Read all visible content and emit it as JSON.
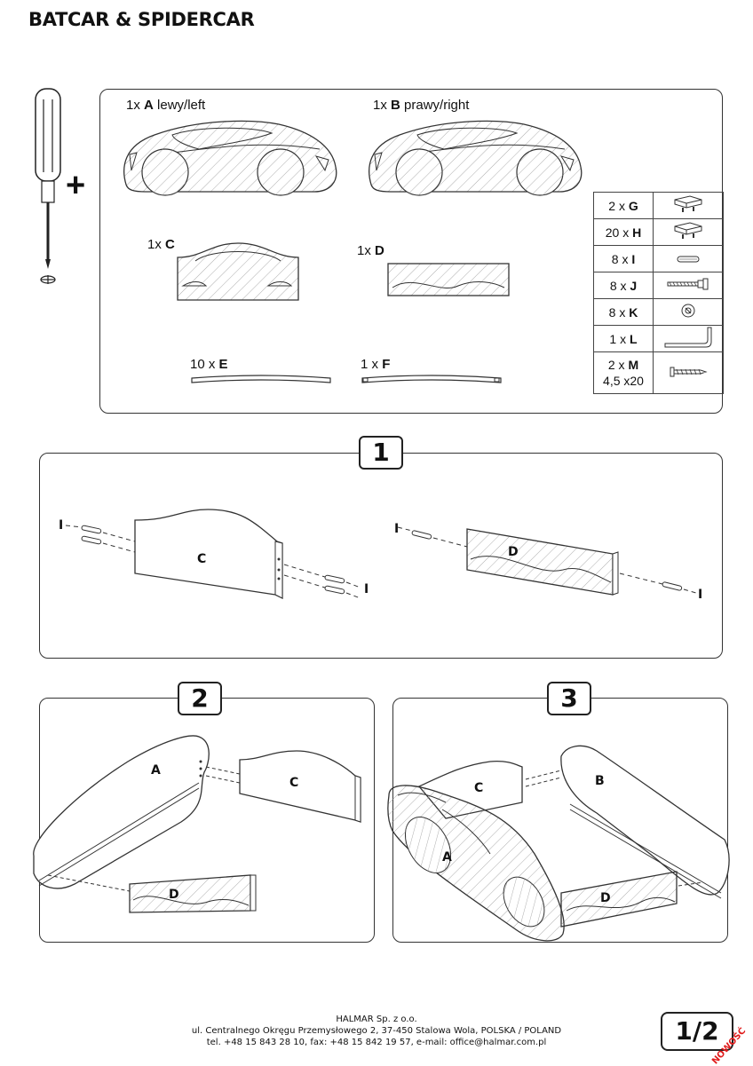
{
  "title": "BATCAR & SPIDERCAR",
  "plus": "+",
  "parts": {
    "A": {
      "qty": "1x",
      "letter": "A",
      "desc": "lewy/left"
    },
    "B": {
      "qty": "1x",
      "letter": "B",
      "desc": "prawy/right"
    },
    "C": {
      "qty": "1x",
      "letter": "C"
    },
    "D": {
      "qty": "1x",
      "letter": "D"
    },
    "E": {
      "qty": "10 x",
      "letter": "E"
    },
    "F": {
      "qty": "1 x",
      "letter": "F"
    }
  },
  "hardware": [
    {
      "qty": "2 x",
      "letter": "G",
      "icon": "cam-lock-icon"
    },
    {
      "qty": "20 x",
      "letter": "H",
      "icon": "cam-lock-icon"
    },
    {
      "qty": "8 x",
      "letter": "I",
      "icon": "dowel-icon"
    },
    {
      "qty": "8 x",
      "letter": "J",
      "icon": "bolt-icon"
    },
    {
      "qty": "8 x",
      "letter": "K",
      "icon": "cam-nut-icon"
    },
    {
      "qty": "1 x",
      "letter": "L",
      "icon": "allen-key-icon"
    },
    {
      "qty": "2 x",
      "letter": "M",
      "extra": "4,5 x20",
      "icon": "screw-icon"
    }
  ],
  "steps": [
    {
      "number": "1",
      "labels": {
        "dowel": "I",
        "c": "C",
        "d": "D"
      }
    },
    {
      "number": "2",
      "labels": {
        "a": "A",
        "c": "C",
        "d": "D"
      }
    },
    {
      "number": "3",
      "labels": {
        "a": "A",
        "b": "B",
        "c": "C",
        "d": "D"
      }
    }
  ],
  "footer": {
    "company": "HALMAR Sp. z o.o.",
    "address": "ul. Centralnego Okręgu Przemysłowego 2, 37-450 Stalowa Wola, POLSKA / POLAND",
    "contact": "tel. +48 15 843 28 10, fax: +48 15 842 19 57, e-mail: office@halmar.com.pl"
  },
  "page_number": "1/2",
  "badge": "NOWOŚĆ"
}
